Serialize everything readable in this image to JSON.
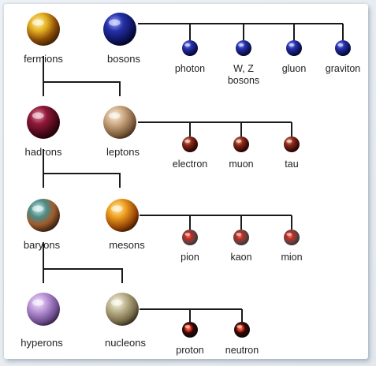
{
  "colors": {
    "line": "#1a1a1a",
    "text": "#222222"
  },
  "nodes": {
    "fermions": {
      "label": "fermions",
      "ball": "gold-marble"
    },
    "bosons": {
      "label": "bosons",
      "ball": "navy-swirl"
    },
    "hadrons": {
      "label": "hadrons",
      "ball": "maroon-marble"
    },
    "leptons": {
      "label": "leptons",
      "ball": "tan-wood"
    },
    "baryons": {
      "label": "baryons",
      "ball": "teal-copper-marble"
    },
    "mesons": {
      "label": "mesons",
      "ball": "orange-striped"
    },
    "hyperons": {
      "label": "hyperons",
      "ball": "lavender-marble"
    },
    "nucleons": {
      "label": "nucleons",
      "ball": "granite"
    }
  },
  "leaves": {
    "photon": {
      "label": "photon",
      "ball": "navy"
    },
    "wz": {
      "label": "W, Z\nbosons",
      "ball": "navy"
    },
    "gluon": {
      "label": "gluon",
      "ball": "navy"
    },
    "graviton": {
      "label": "graviton",
      "ball": "navy"
    },
    "electron": {
      "label": "electron",
      "ball": "dark-red"
    },
    "muon": {
      "label": "muon",
      "ball": "dark-red"
    },
    "tau": {
      "label": "tau",
      "ball": "dark-red"
    },
    "pion": {
      "label": "pion",
      "ball": "grey-red"
    },
    "kaon": {
      "label": "kaon",
      "ball": "grey-red"
    },
    "mion": {
      "label": "mion",
      "ball": "grey-red"
    },
    "proton": {
      "label": "proton",
      "ball": "black-red"
    },
    "neutron": {
      "label": "neutron",
      "ball": "black-red"
    }
  }
}
